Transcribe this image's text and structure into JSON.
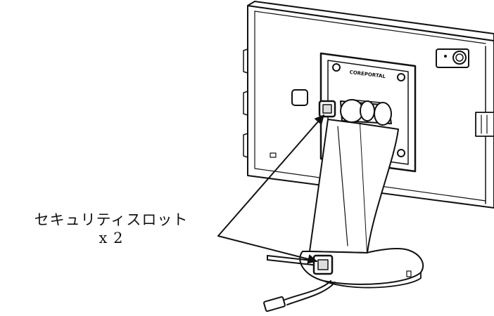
{
  "callout": {
    "label": "セキュリティスロット",
    "count": "x 2"
  },
  "device": {
    "logo_text": "COREPORTAL",
    "security_slot_count": 2
  },
  "colors": {
    "line": "#111111",
    "fill": "#ffffff",
    "shade": "#dddddd"
  }
}
